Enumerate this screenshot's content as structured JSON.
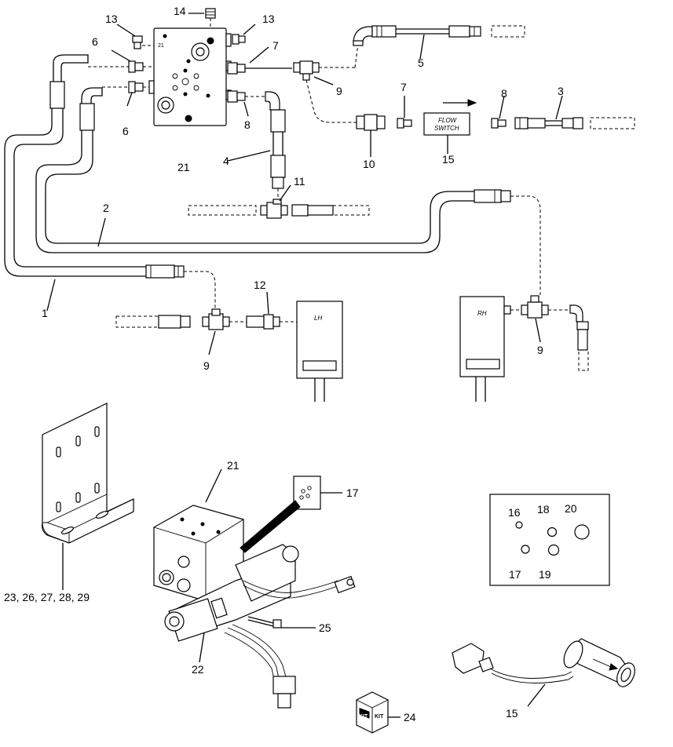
{
  "callouts": {
    "c1": "1",
    "c2": "2",
    "c3": "3",
    "c4": "4",
    "c5": "5",
    "c6a": "6",
    "c6b": "6",
    "c7a": "7",
    "c7b": "7",
    "c8a": "8",
    "c8b": "8",
    "c9a": "9",
    "c9b": "9",
    "c9c": "9",
    "c10": "10",
    "c11": "11",
    "c12": "12",
    "c13a": "13",
    "c13b": "13",
    "c14": "14",
    "c15a": "15",
    "c15b": "15",
    "c16": "16",
    "c17a": "17",
    "c17b": "17",
    "c18": "18",
    "c19": "19",
    "c20": "20",
    "c21a": "21",
    "c21b": "21",
    "c22": "22",
    "c23": "23, 26, 27, 28, 29",
    "c24": "24",
    "c25": "25"
  },
  "labels": {
    "flow_switch_line1": "FLOW",
    "flow_switch_line2": "SWITCH",
    "lh": "LH",
    "rh": "RH",
    "manifold_number": "21",
    "kit_left": "KIT",
    "kit_right": "KIT"
  }
}
